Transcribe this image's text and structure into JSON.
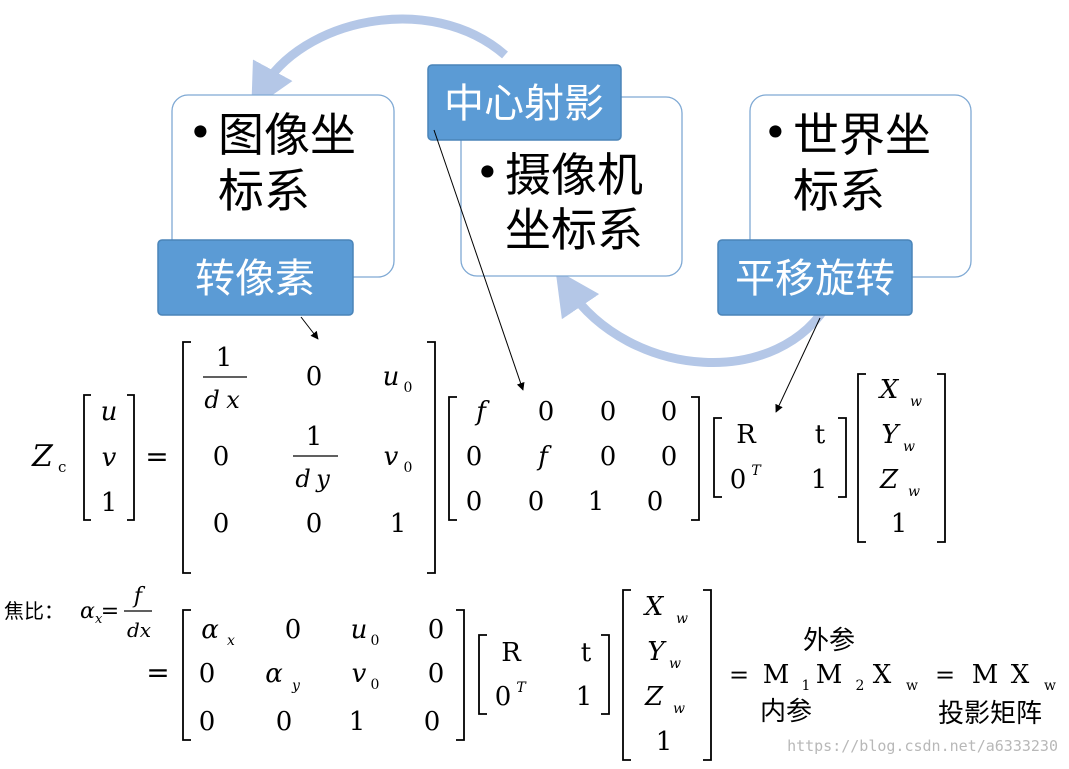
{
  "boxes": {
    "image": {
      "bullet": "•",
      "line1": "图像坐",
      "line2": "标系"
    },
    "camera": {
      "bullet": "•",
      "line1": "摄像机",
      "line2": "坐标系"
    },
    "world": {
      "bullet": "•",
      "line1": "世界坐",
      "line2": "标系"
    }
  },
  "labels": {
    "central_projection": "中心射影",
    "to_pixel": "转像素",
    "translate_rotate": "平移旋转"
  },
  "eq1": {
    "Z": "Z",
    "c": "c",
    "eq": "=",
    "u": "u",
    "v": "v",
    "one": "1",
    "num1": "1",
    "dx_d": "d",
    "dx_x": "x",
    "zero": "0",
    "u0_u": "u",
    "u0_0": "0",
    "dy_d": "d",
    "dy_y": "y",
    "v0_v": "v",
    "v0_0": "0",
    "f": "f",
    "R": "R",
    "t": "t",
    "0T_0": "0",
    "T": "T",
    "X": "X",
    "Y": "Y",
    "Zw": "Z",
    "w": "w"
  },
  "eq2": {
    "focal_label": "焦比：",
    "alpha": "α",
    "x": "x",
    "y": "y",
    "eq": "=",
    "f": "f",
    "dx": "dx",
    "zero": "0",
    "one": "1",
    "u": "u",
    "v": "v",
    "sub0": "0",
    "R": "R",
    "t": "t",
    "T": "T",
    "X": "X",
    "Y": "Y",
    "Z": "Z",
    "w": "w",
    "M": "M",
    "sub1": "1",
    "sub2": "2",
    "extrinsic": "外参",
    "intrinsic": "内参",
    "projection": "投影矩阵"
  },
  "watermark": "https://blog.csdn.net/a6333230",
  "colors": {
    "label_fill": "#5b9bd5",
    "label_stroke": "#4a84b8",
    "box_stroke": "#7fa9d4",
    "arc": "#b4c7e7"
  }
}
